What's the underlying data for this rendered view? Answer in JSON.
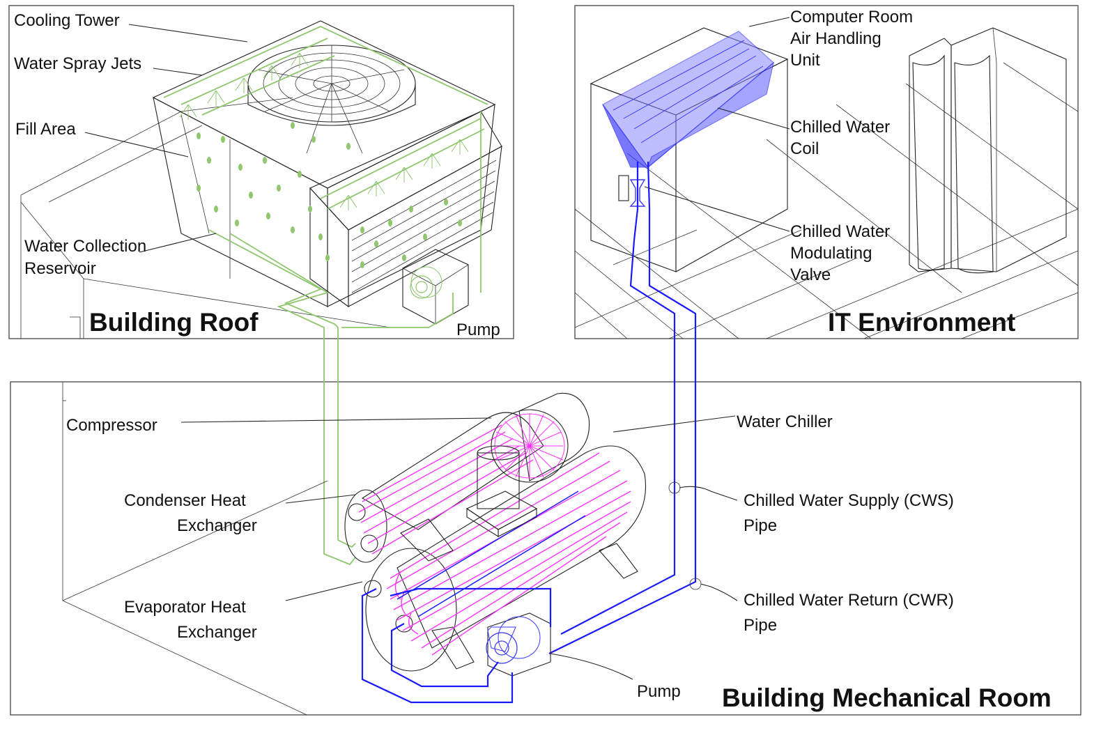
{
  "panels": {
    "roof": "Building Roof",
    "it": "IT Environment",
    "mechanical": "Building Mechanical Room"
  },
  "labels": {
    "cooling_tower": "Cooling Tower",
    "water_spray_jets": "Water Spray Jets",
    "fill_area": "Fill Area",
    "water_collection_1": "Water Collection",
    "water_collection_2": "Reservoir",
    "pump_roof": "Pump",
    "crah_1": "Computer Room",
    "crah_2": "Air Handling",
    "crah_3": "Unit",
    "chilled_coil_1": "Chilled Water",
    "chilled_coil_2": "Coil",
    "valve_1": "Chilled Water",
    "valve_2": "Modulating",
    "valve_3": "Valve",
    "compressor": "Compressor",
    "water_chiller": "Water Chiller",
    "condenser_1": "Condenser Heat",
    "condenser_2": "Exchanger",
    "evaporator_1": "Evaporator Heat",
    "evaporator_2": "Exchanger",
    "cws_1": "Chilled Water Supply (CWS)",
    "cws_2": "Pipe",
    "cwr_1": "Chilled Water Return (CWR)",
    "cwr_2": "Pipe",
    "pump_mech": "Pump"
  },
  "colors": {
    "condenser_water": "#8fc66e",
    "chilled_water": "#1a1aff",
    "refrigerant": "#ff33ff"
  }
}
